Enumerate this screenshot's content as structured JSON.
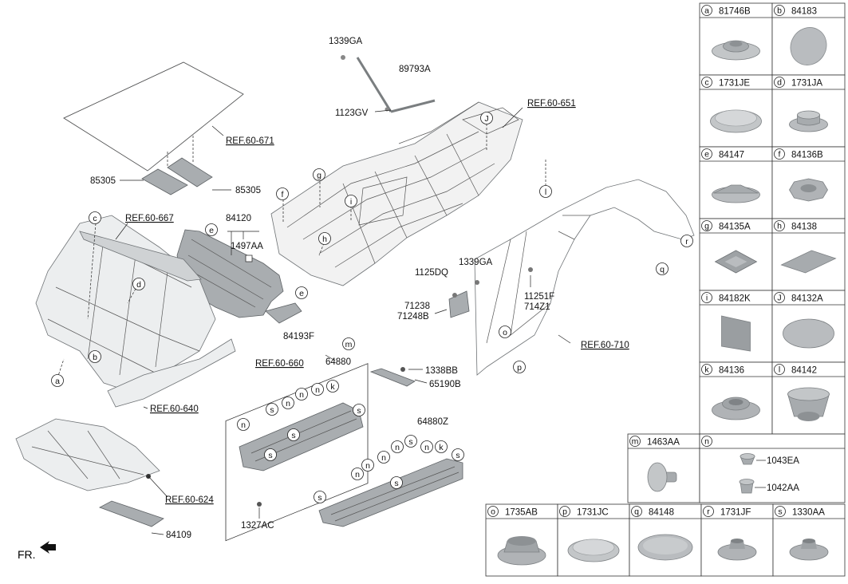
{
  "fr_label": "FR.",
  "refs": [
    {
      "id": "ref-60-671",
      "text": "REF.60-671"
    },
    {
      "id": "ref-60-667",
      "text": "REF.60-667"
    },
    {
      "id": "ref-60-651",
      "text": "REF.60-651"
    },
    {
      "id": "ref-60-660",
      "text": "REF.60-660"
    },
    {
      "id": "ref-60-640",
      "text": "REF.60-640"
    },
    {
      "id": "ref-60-624",
      "text": "REF.60-624"
    },
    {
      "id": "ref-60-710",
      "text": "REF.60-710"
    }
  ],
  "part_labels": [
    {
      "id": "p1339ga-top",
      "text": "1339GA"
    },
    {
      "id": "p89793a",
      "text": "89793A"
    },
    {
      "id": "p1123gv",
      "text": "1123GV"
    },
    {
      "id": "p85305-left",
      "text": "85305"
    },
    {
      "id": "p85305-right",
      "text": "85305"
    },
    {
      "id": "p84120",
      "text": "84120"
    },
    {
      "id": "p1497aa",
      "text": "1497AA"
    },
    {
      "id": "p1125dq",
      "text": "1125DQ"
    },
    {
      "id": "p1339ga-mid",
      "text": "1339GA"
    },
    {
      "id": "p11251f",
      "text": "11251F"
    },
    {
      "id": "p714z1",
      "text": "714Z1"
    },
    {
      "id": "p71238",
      "text": "71238"
    },
    {
      "id": "p71248b",
      "text": "71248B"
    },
    {
      "id": "p84193f",
      "text": "84193F"
    },
    {
      "id": "p64880",
      "text": "64880"
    },
    {
      "id": "p1338bb",
      "text": "1338BB"
    },
    {
      "id": "p65190b",
      "text": "65190B"
    },
    {
      "id": "p64880z",
      "text": "64880Z"
    },
    {
      "id": "p1327ac",
      "text": "1327AC"
    },
    {
      "id": "p84109",
      "text": "84109"
    }
  ],
  "callout_letters": {
    "a": "a",
    "b": "b",
    "c": "c",
    "d": "d",
    "e": "e",
    "f": "f",
    "g": "g",
    "h": "h",
    "i": "i",
    "j": "J",
    "k": "k",
    "l": "l",
    "m": "m",
    "n": "n",
    "o": "o",
    "p": "p",
    "q": "q",
    "r": "r",
    "s": "s"
  },
  "legend": [
    {
      "letter": "a",
      "code": "81746B"
    },
    {
      "letter": "b",
      "code": "84183"
    },
    {
      "letter": "c",
      "code": "1731JE"
    },
    {
      "letter": "d",
      "code": "1731JA"
    },
    {
      "letter": "e",
      "code": "84147"
    },
    {
      "letter": "f",
      "code": "84136B"
    },
    {
      "letter": "g",
      "code": "84135A"
    },
    {
      "letter": "h",
      "code": "84138"
    },
    {
      "letter": "i",
      "code": "84182K"
    },
    {
      "letter": "J",
      "code": "84132A"
    },
    {
      "letter": "k",
      "code": "84136"
    },
    {
      "letter": "l",
      "code": "84142"
    },
    {
      "letter": "m",
      "code": "1463AA"
    },
    {
      "letter": "n",
      "code": ""
    },
    {
      "letter": "o",
      "code": "1735AB"
    },
    {
      "letter": "p",
      "code": "1731JC"
    },
    {
      "letter": "q",
      "code": "84148"
    },
    {
      "letter": "r",
      "code": "1731JF"
    },
    {
      "letter": "s",
      "code": "1330AA"
    }
  ],
  "n_subparts": [
    {
      "text": "1043EA"
    },
    {
      "text": "1042AA"
    }
  ]
}
